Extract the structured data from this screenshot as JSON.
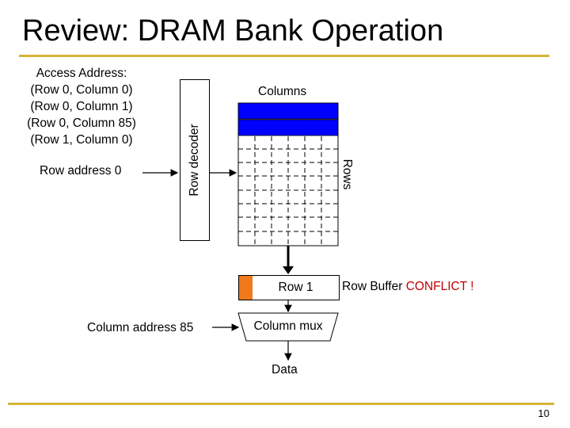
{
  "slide": {
    "title": "Review: DRAM Bank Operation",
    "access_heading": "Access Address:",
    "accesses": [
      "(Row 0, Column 0)",
      "(Row 0, Column 1)",
      "(Row 0, Column 85)",
      "(Row 1, Column 0)"
    ],
    "row_address_label": "Row address 0",
    "row_decoder_label": "Row decoder",
    "columns_label": "Columns",
    "rows_label": "Rows",
    "row_buffer_label": "Row 1",
    "row_buffer_status_prefix": "Row Buffer",
    "row_buffer_status_value": "CONFLICT !",
    "column_address_label": "Column address 85",
    "column_mux_label": "Column mux",
    "data_label": "Data",
    "page_number": "10"
  },
  "colors": {
    "accent_line": "#d4b53a",
    "highlight_row": "#0000ff",
    "row_buffer_marker": "#f07a1a",
    "conflict_text": "#c00000"
  }
}
